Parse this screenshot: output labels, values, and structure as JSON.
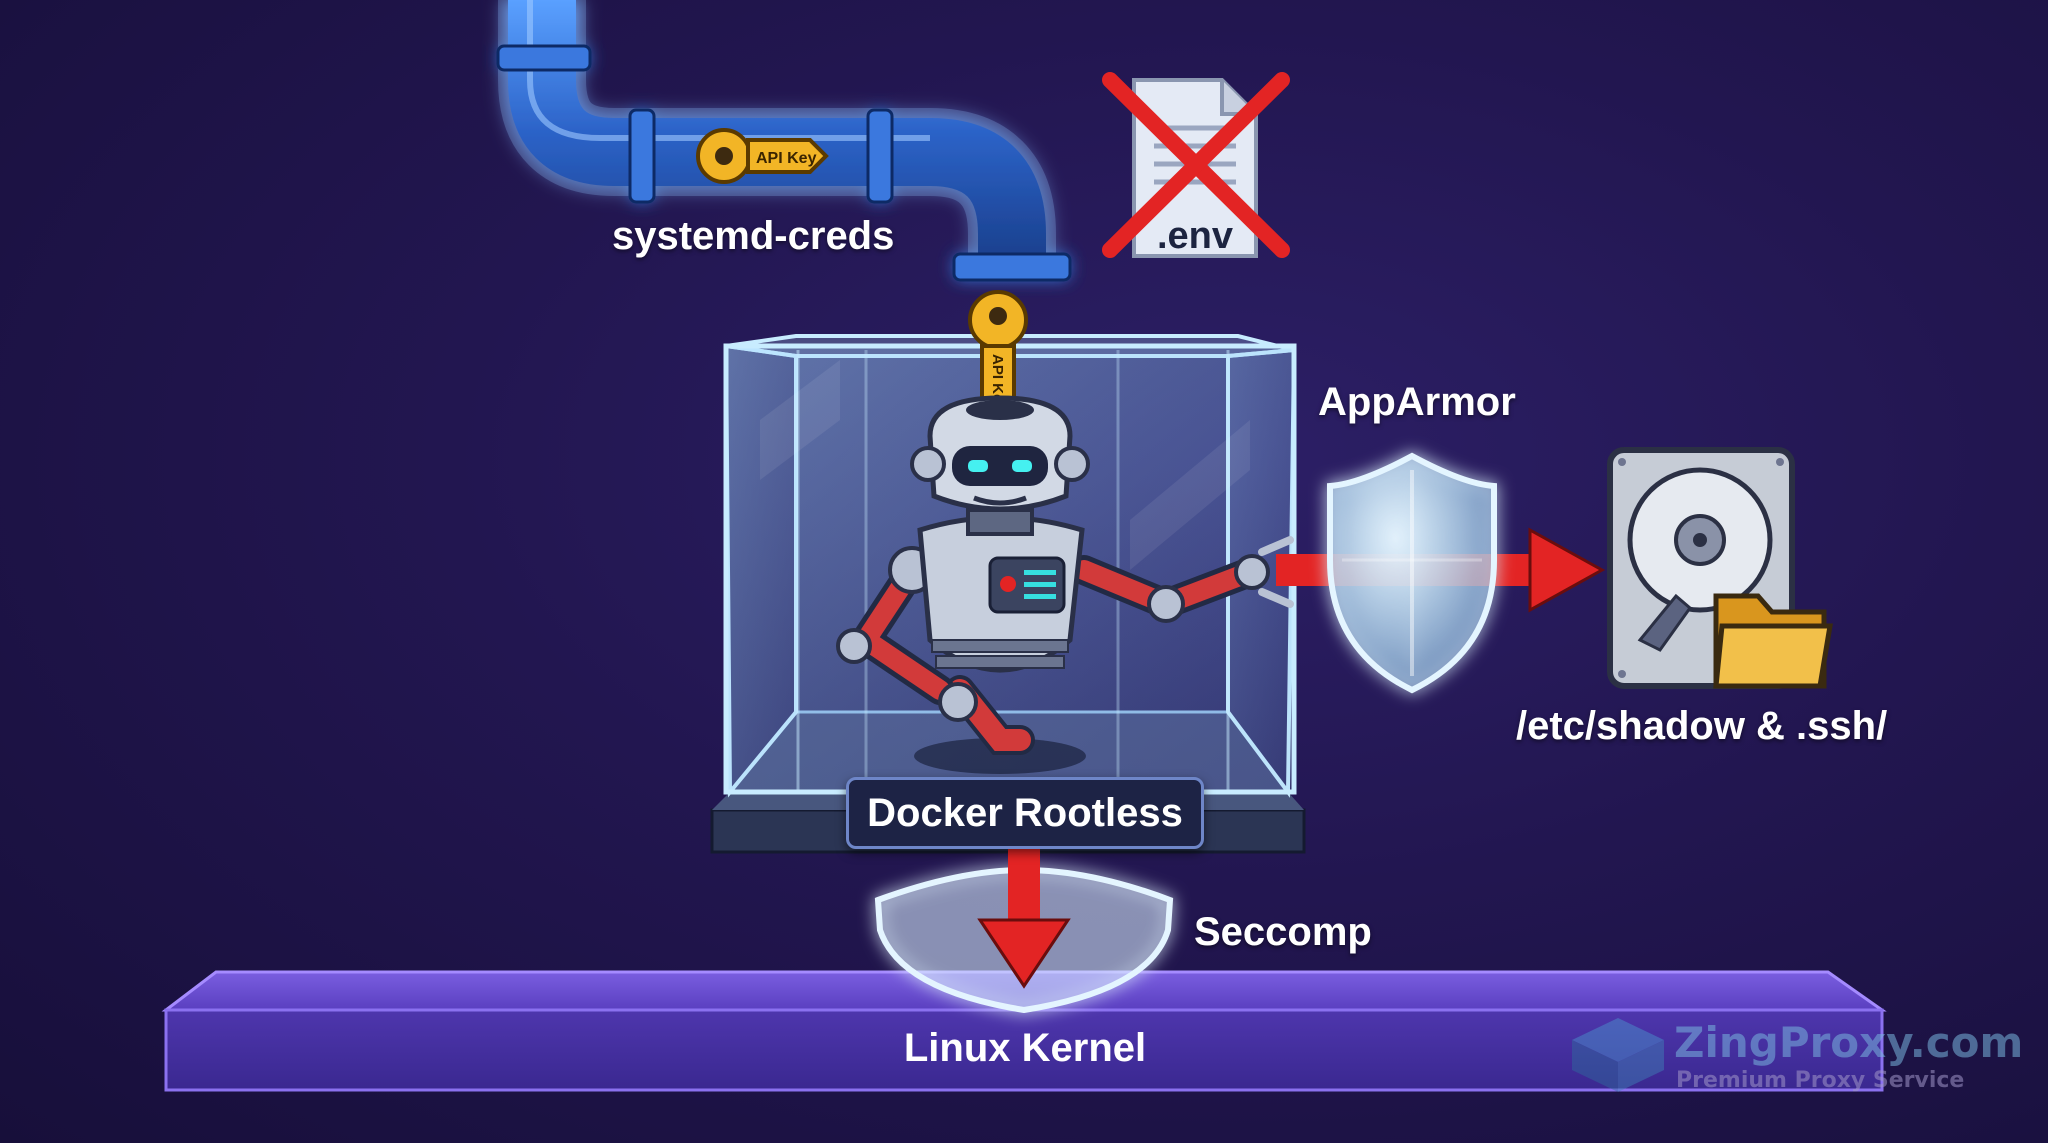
{
  "labels": {
    "pipe": "systemd-creds",
    "key_tag": "API Key",
    "key_tag_vertical": "API Key",
    "env_file": ".env",
    "apparmor": "AppArmor",
    "protected_paths": "/etc/shadow & .ssh/",
    "container": "Docker Rootless",
    "seccomp": "Seccomp",
    "kernel": "Linux Kernel"
  },
  "watermark": {
    "title": "ZingProxy.com",
    "subtitle": "Premium Proxy Service"
  },
  "icons": [
    "pipe-icon",
    "key-icon",
    "env-file-icon",
    "red-x-icon",
    "glass-box-icon",
    "robot-icon",
    "shield-icon",
    "hard-drive-icon",
    "folder-icon",
    "arrow-icon"
  ],
  "colors": {
    "pipe": "#2f6fd6",
    "key": "#f2b526",
    "blocked_arrow": "#e32424",
    "kernel": "#4b32a8",
    "shield_glow": "#bfe6ff"
  }
}
